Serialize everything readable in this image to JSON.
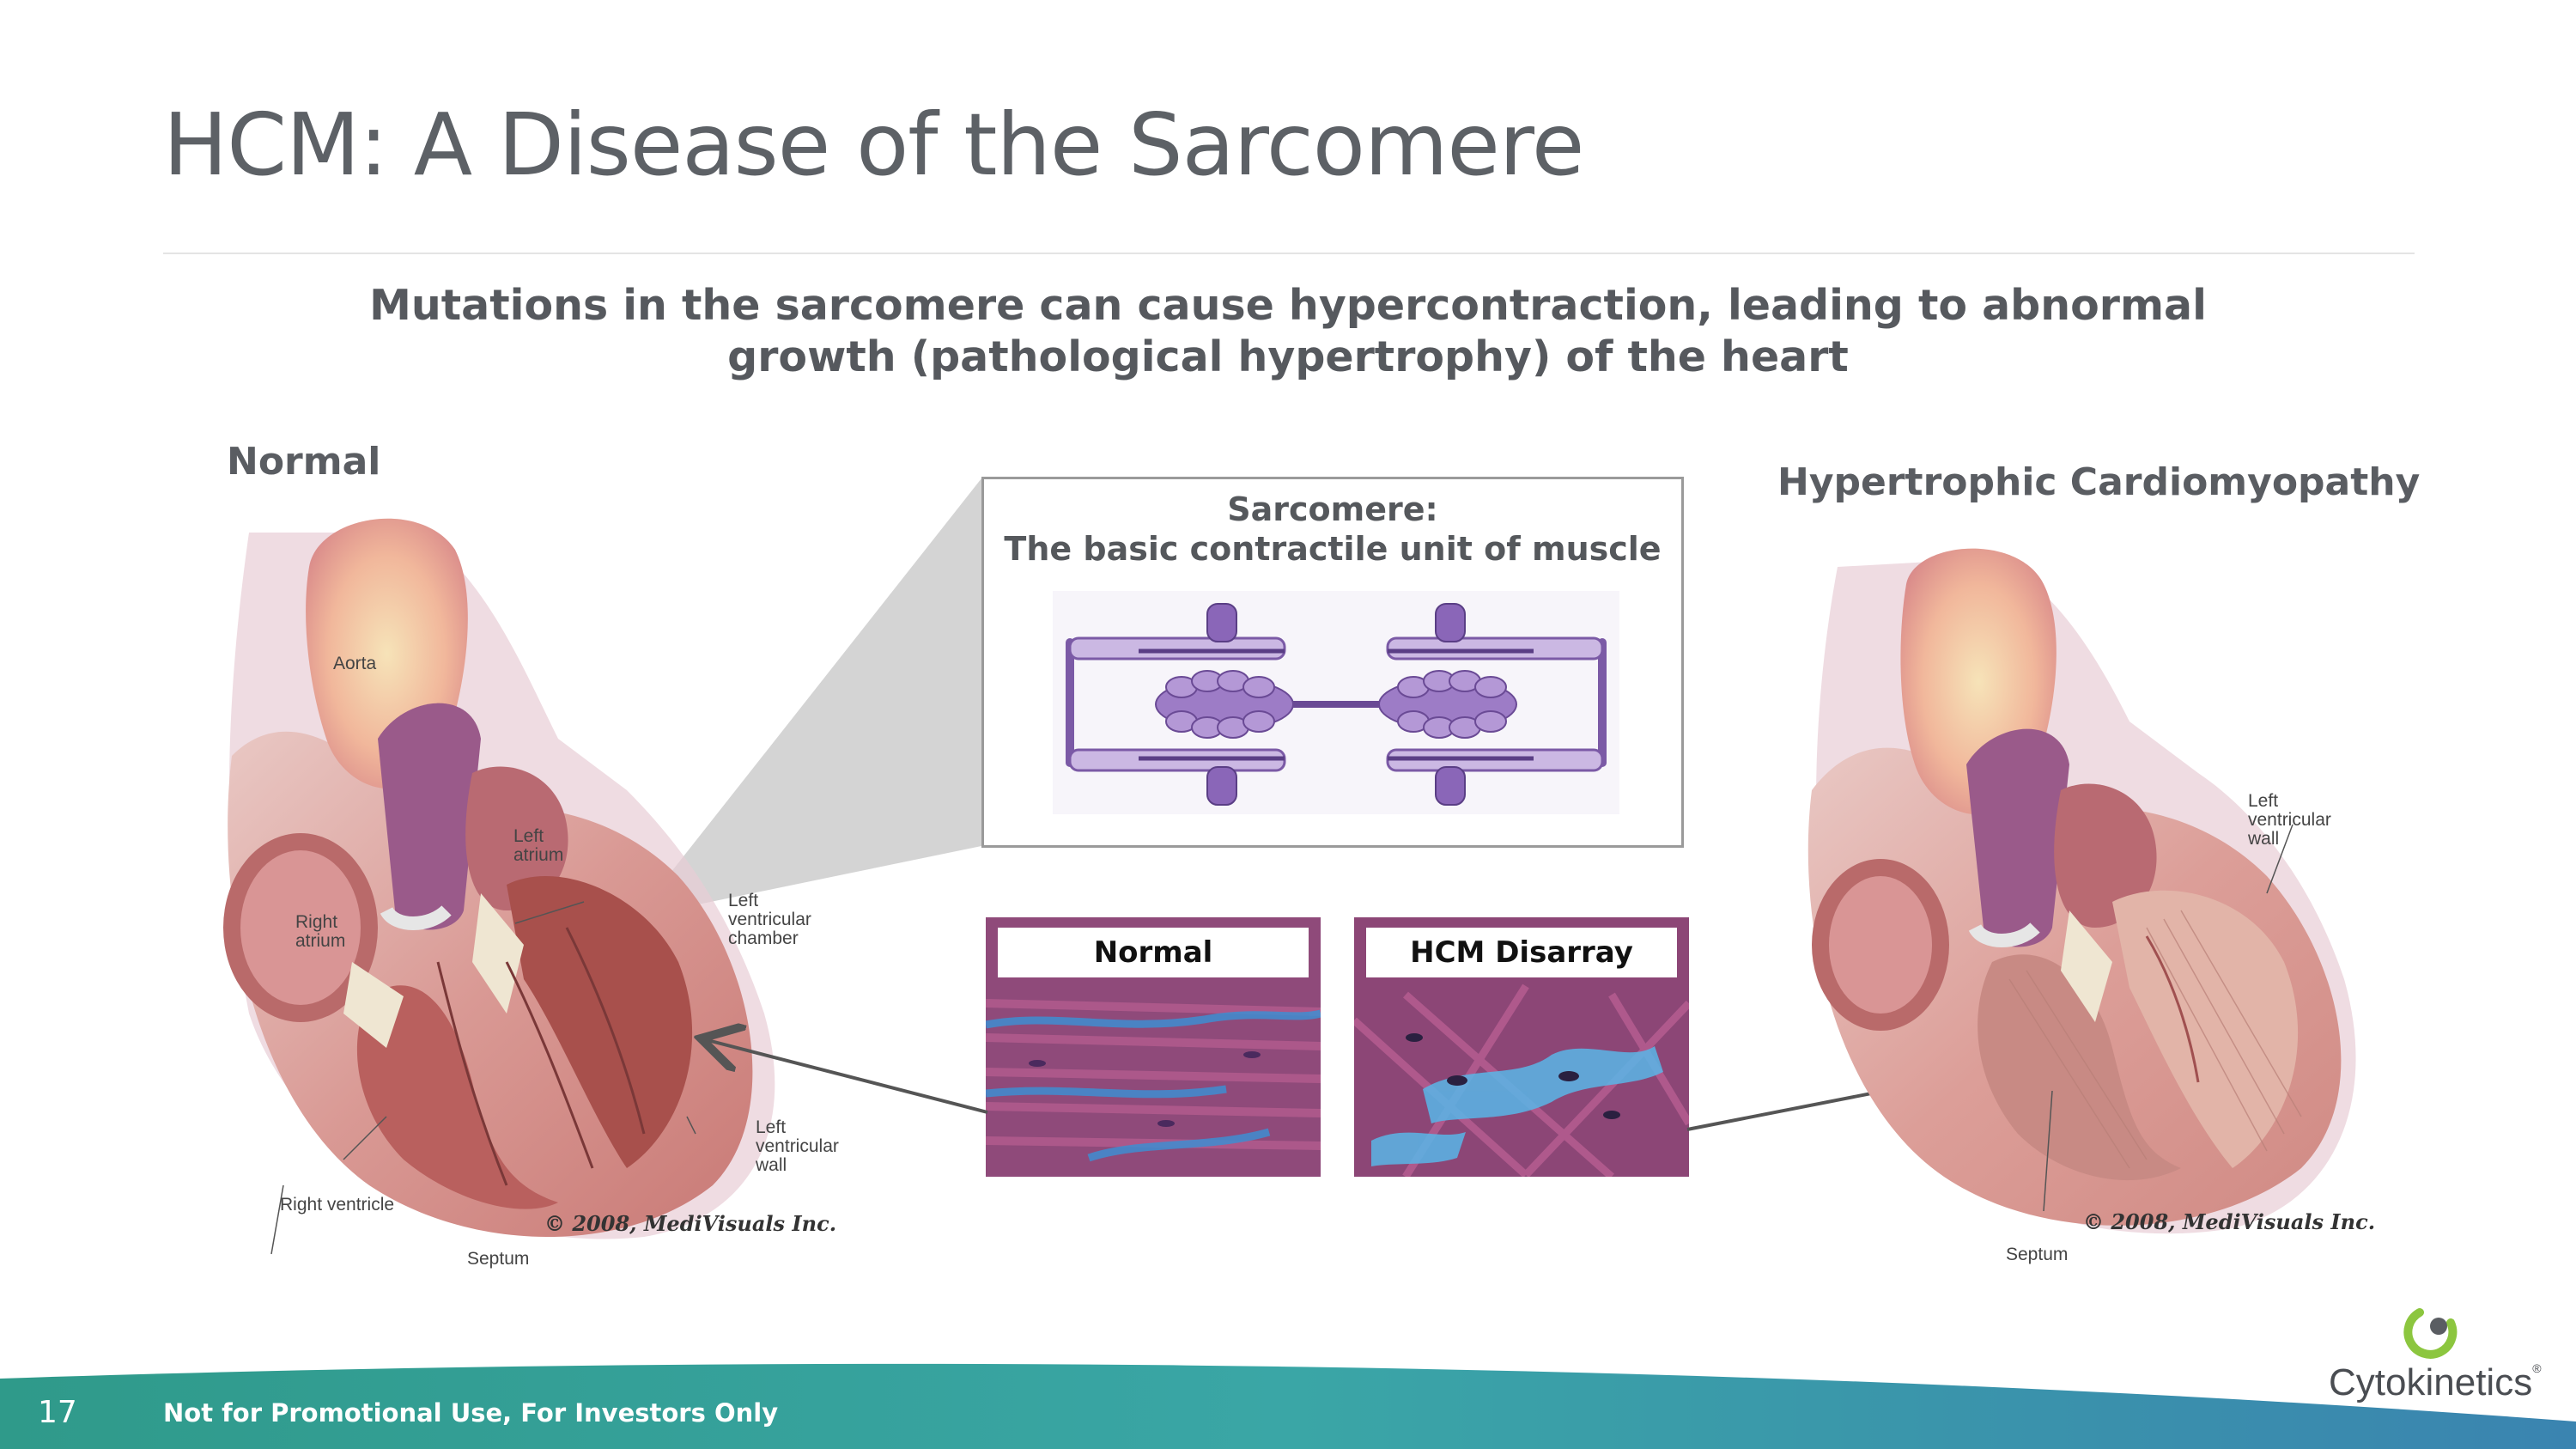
{
  "slide": {
    "title": "HCM: A Disease of the Sarcomere",
    "subtitle_line1": "Mutations in the sarcomere can cause hypercontraction, leading to abnormal",
    "subtitle_line2": "growth (pathological hypertrophy) of the heart"
  },
  "left_heart": {
    "label": "Normal",
    "annotations": {
      "aorta": "Aorta",
      "left_atrium": [
        "Left",
        "atrium"
      ],
      "right_atrium": [
        "Right",
        "atrium"
      ],
      "lv_chamber": [
        "Left",
        "ventricular",
        "chamber"
      ],
      "lv_wall": [
        "Left",
        "ventricular",
        "wall"
      ],
      "right_ventricle": "Right ventricle",
      "septum": "Septum"
    },
    "credit": "© 2008, MediVisuals Inc."
  },
  "right_heart": {
    "label": "Hypertrophic Cardiomyopathy",
    "annotations": {
      "lv_wall": [
        "Left",
        "ventricular",
        "wall"
      ],
      "septum": "Septum"
    },
    "credit": "© 2008, MediVisuals Inc."
  },
  "sarcomere": {
    "title_line1": "Sarcomere:",
    "title_line2": "The basic contractile unit of muscle"
  },
  "histology": {
    "normal_label": "Normal",
    "hcm_label": "HCM Disarray"
  },
  "footer": {
    "page_number": "17",
    "note": "Not for Promotional Use, For Investors Only"
  },
  "logo": {
    "name": "Cytokinetics",
    "mark": "®"
  },
  "colors": {
    "title": "#5d6166",
    "footer_teal": "#3ba3a5",
    "footer_blue": "#3a8fb0",
    "logo_green": "#8cc63f",
    "sarcomere_purple": "#7b5aa6"
  }
}
